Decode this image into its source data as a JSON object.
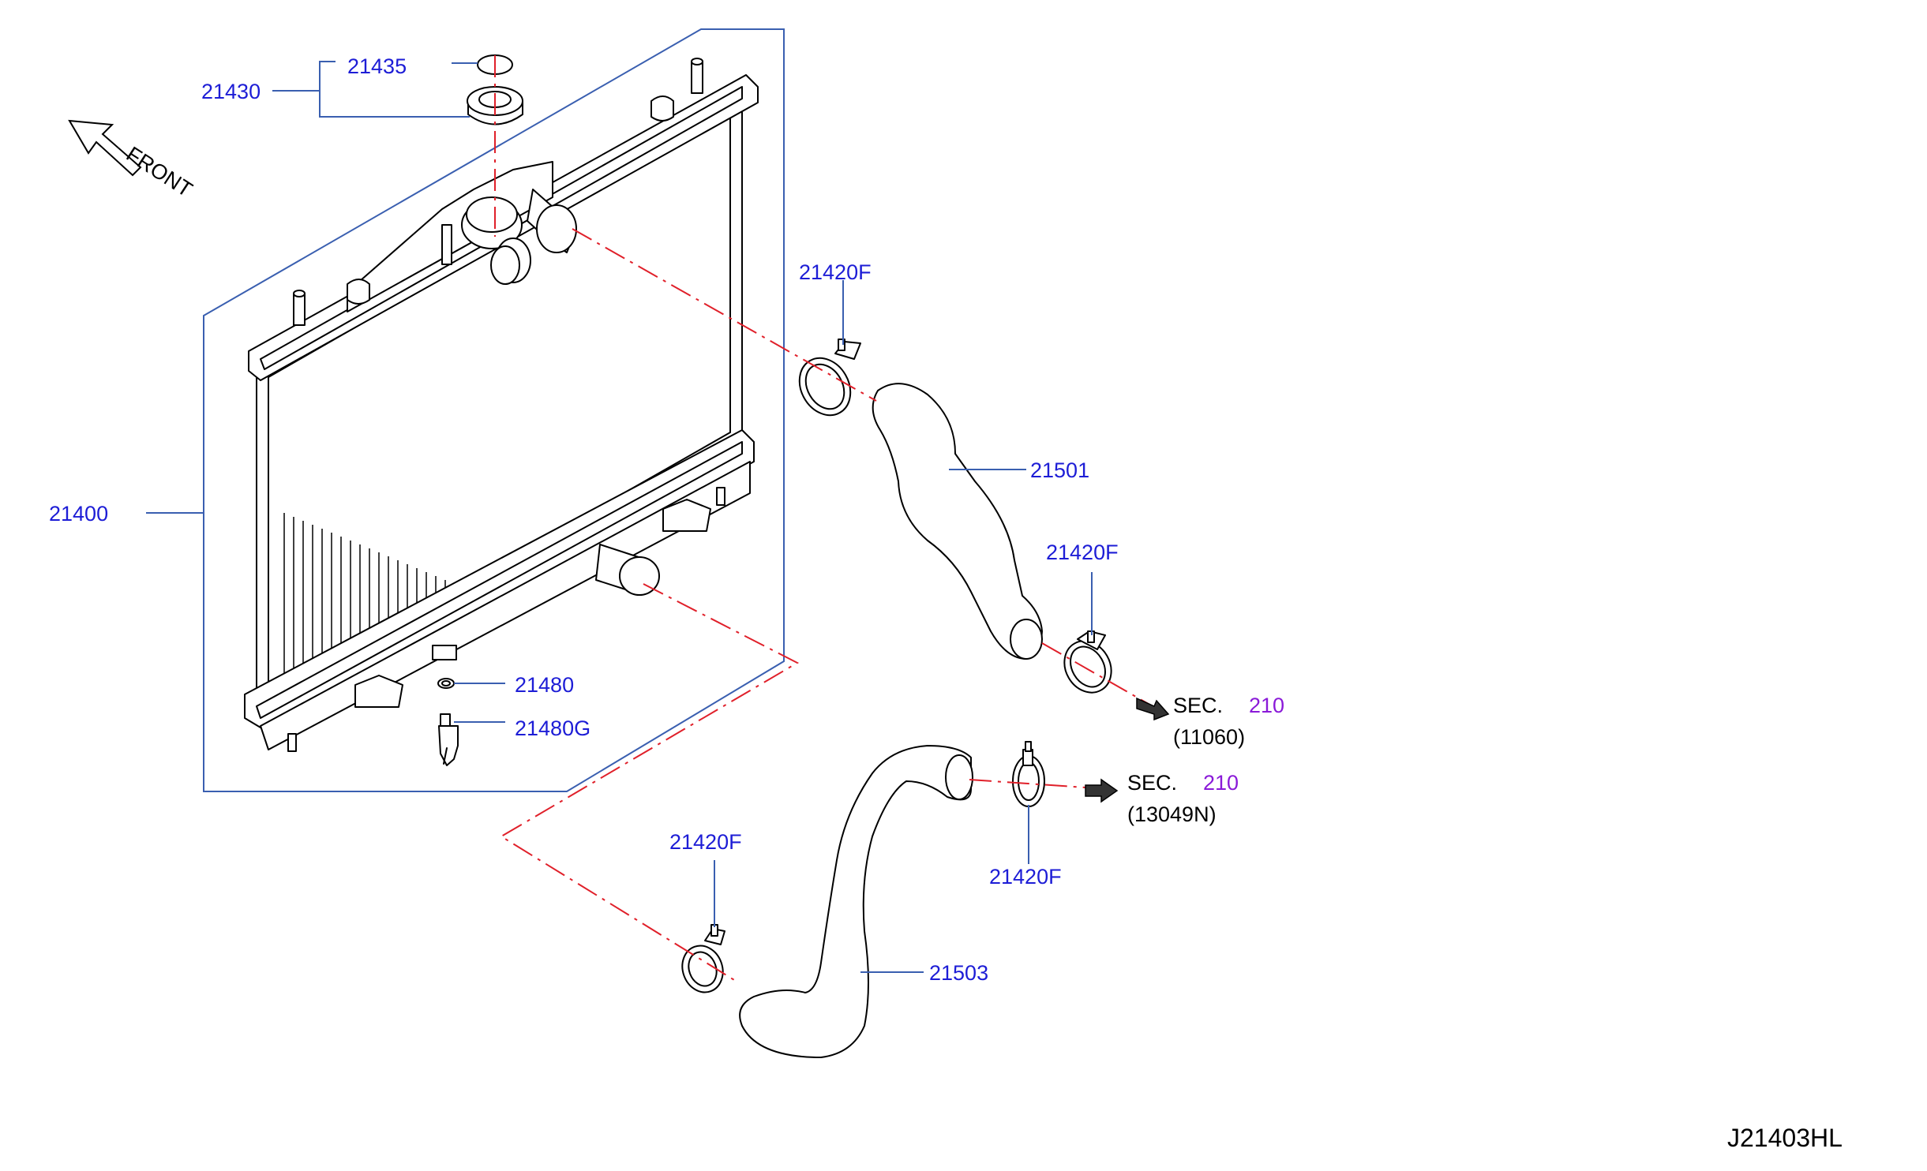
{
  "front_label": "FRONT",
  "parts": {
    "p21430": "21430",
    "p21435": "21435",
    "p21400": "21400",
    "p21480": "21480",
    "p21480g": "21480G",
    "p21420f_a": "21420F",
    "p21420f_b": "21420F",
    "p21420f_c": "21420F",
    "p21420f_d": "21420F",
    "p21501": "21501",
    "p21503": "21503"
  },
  "sections": {
    "upper": {
      "sec": "SEC.",
      "num": "210",
      "ref": "(11060)"
    },
    "lower": {
      "sec": "SEC.",
      "num": "210",
      "ref": "(13049N)"
    }
  },
  "diagram_code": "J21403HL",
  "colors": {
    "label": "#1d1dd6",
    "section_number": "#8a1ad8",
    "leader": "#3a5fb0",
    "centerline": "#e0202a"
  }
}
